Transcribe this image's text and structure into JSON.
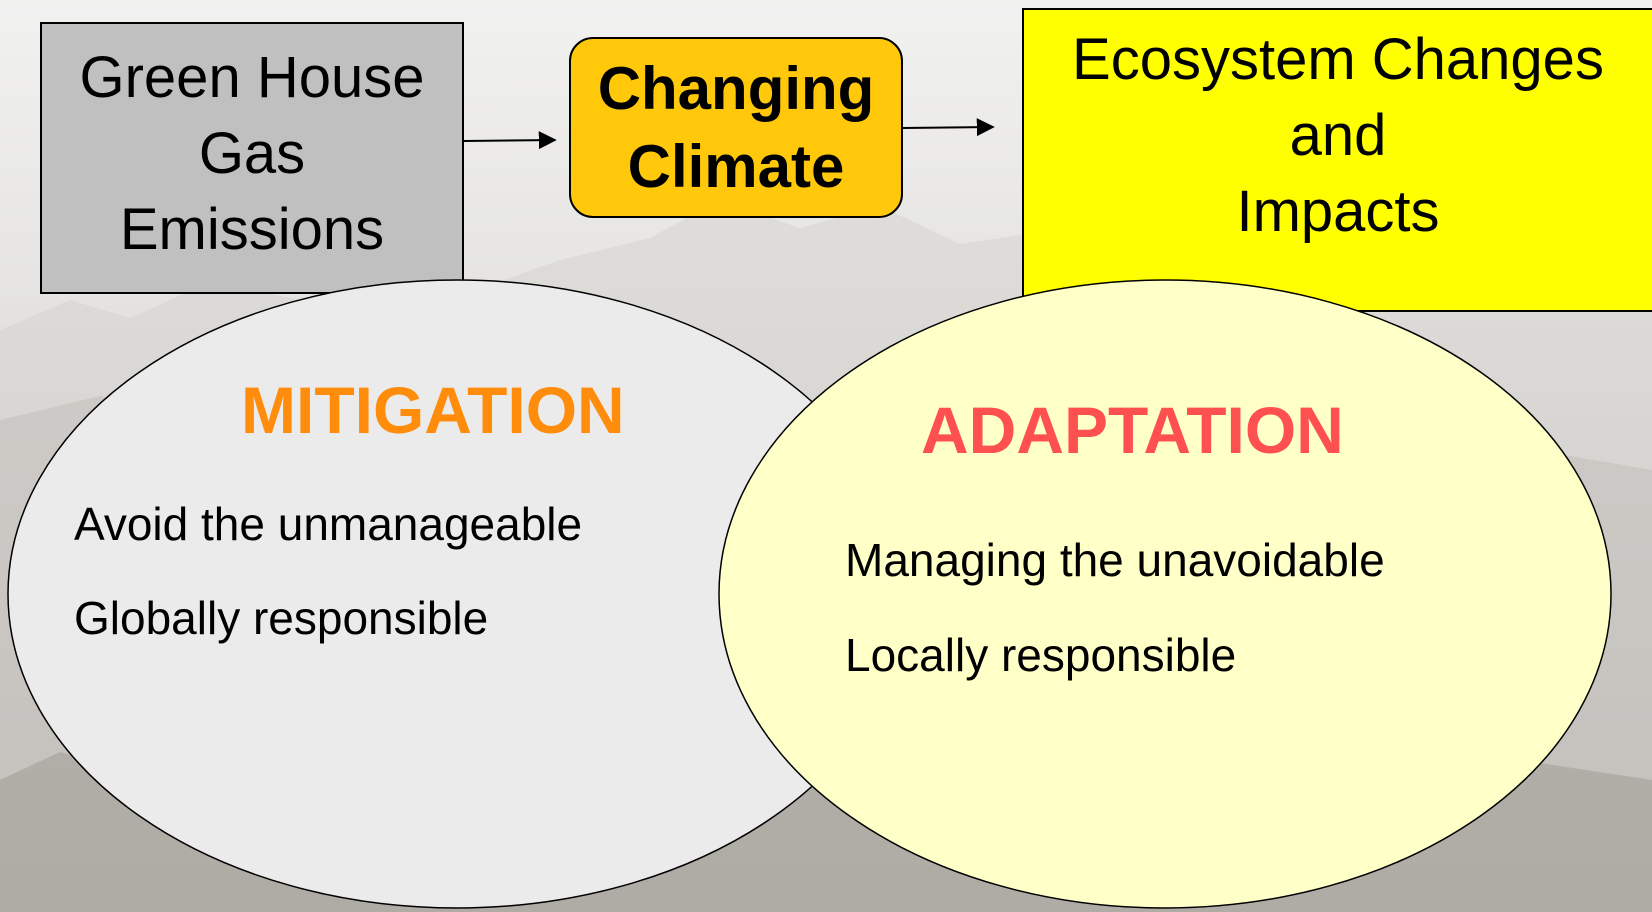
{
  "boxes": {
    "ghg": {
      "lines": [
        "Green House",
        "Gas",
        "Emissions"
      ]
    },
    "climate": {
      "lines": [
        "Changing",
        "Climate"
      ]
    },
    "ecosystem": {
      "lines": [
        "Ecosystem Changes",
        "and",
        "Impacts"
      ]
    }
  },
  "mitigation": {
    "title": "MITIGATION",
    "lines": [
      "Avoid the unmanageable",
      "Globally responsible"
    ]
  },
  "adaptation": {
    "title": "ADAPTATION",
    "lines": [
      "Managing the unavoidable",
      "Locally responsible"
    ]
  },
  "colors": {
    "ghg_box": "#c0c0c0",
    "climate_box": "#ffc80a",
    "ecosystem_box": "#ffff00",
    "mitigation_ellipse": "#ebebeb",
    "adaptation_ellipse": "#ffffc8",
    "mitigation_title": "#ff8c0a",
    "adaptation_title": "#ff5050"
  }
}
